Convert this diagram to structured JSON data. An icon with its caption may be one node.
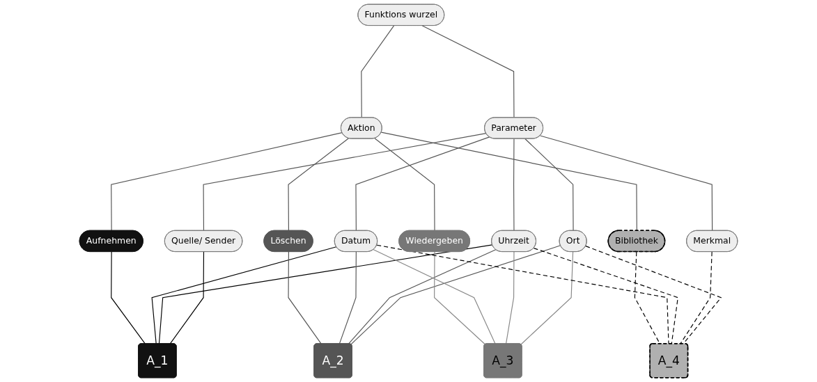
{
  "diagram": {
    "nodes": [
      {
        "text": [
          "Funktions wurzel"
        ]
      },
      {
        "text": [
          "Aktion"
        ]
      },
      {
        "text": [
          "Parameter"
        ]
      },
      {
        "text": [
          "Aufnehmen"
        ]
      },
      {
        "text": [
          "Löschen"
        ]
      },
      {
        "text": [
          "Wiedergeben"
        ]
      },
      {
        "text": [
          "Bibliothek"
        ]
      },
      {
        "text": [
          "Datum"
        ]
      },
      {
        "text": [
          "Uhrzeit"
        ]
      },
      {
        "text": [
          "Quelle/ Sender"
        ]
      },
      {
        "text": [
          "Merkmal"
        ]
      },
      {
        "text": [
          "Ort"
        ]
      },
      {
        "text": [
          "A_1"
        ]
      },
      {
        "text": [
          "A_2"
        ]
      },
      {
        "text": [
          "A_3"
        ]
      },
      {
        "text": [
          "A_4"
        ]
      }
    ],
    "edges": [
      {
        "from": 0,
        "to": 1,
        "arrow": "none"
      },
      {
        "from": 0,
        "to": 2,
        "arrow": "none"
      },
      {
        "from": 1,
        "to": 3,
        "arrow": "none"
      },
      {
        "from": 1,
        "to": 4,
        "arrow": "none"
      },
      {
        "from": 1,
        "to": 5,
        "arrow": "none"
      },
      {
        "from": 1,
        "to": 6,
        "arrow": "none"
      },
      {
        "from": 2,
        "to": 7,
        "arrow": "none"
      },
      {
        "from": 2,
        "to": 8,
        "arrow": "none"
      },
      {
        "from": 2,
        "to": 9,
        "arrow": "none"
      },
      {
        "from": 2,
        "to": 10,
        "arrow": "none"
      },
      {
        "from": 2,
        "to": 11,
        "arrow": "none"
      },
      {
        "from": 3,
        "to": 12,
        "arrow": "none",
        "color": "#000000"
      },
      {
        "from": 7,
        "to": 12,
        "arrow": "none",
        "color": "#000000"
      },
      {
        "from": 8,
        "to": 12,
        "arrow": "none",
        "color": "#000000"
      },
      {
        "from": 9,
        "to": 12,
        "arrow": "none",
        "color": "#000000"
      },
      {
        "from": 4,
        "to": 13,
        "arrow": "none",
        "color": "#555555"
      },
      {
        "from": 7,
        "to": 13,
        "arrow": "none",
        "color": "#555555"
      },
      {
        "from": 8,
        "to": 13,
        "arrow": "none",
        "color": "#555555"
      },
      {
        "from": 11,
        "to": 13,
        "arrow": "none",
        "color": "#555555"
      },
      {
        "from": 5,
        "to": 14,
        "arrow": "none",
        "color": "#888888"
      },
      {
        "from": 7,
        "to": 14,
        "arrow": "none",
        "color": "#888888"
      },
      {
        "from": 8,
        "to": 14,
        "arrow": "none",
        "color": "#888888"
      },
      {
        "from": 11,
        "to": 14,
        "arrow": "none",
        "color": "#888888"
      },
      {
        "from": 6,
        "to": 15,
        "arrow": "none",
        "style": "dashed",
        "color": "#000000"
      },
      {
        "from": 7,
        "to": 15,
        "arrow": "none",
        "style": "dashed",
        "color": "#000000"
      },
      {
        "from": 8,
        "to": 15,
        "arrow": "none",
        "style": "dashed",
        "color": "#000000"
      },
      {
        "from": 10,
        "to": 15,
        "arrow": "none",
        "style": "dashed",
        "color": "#000000"
      },
      {
        "from": 11,
        "to": 15,
        "arrow": "none",
        "style": "dashed",
        "color": "#000000"
      }
    ]
  }
}
